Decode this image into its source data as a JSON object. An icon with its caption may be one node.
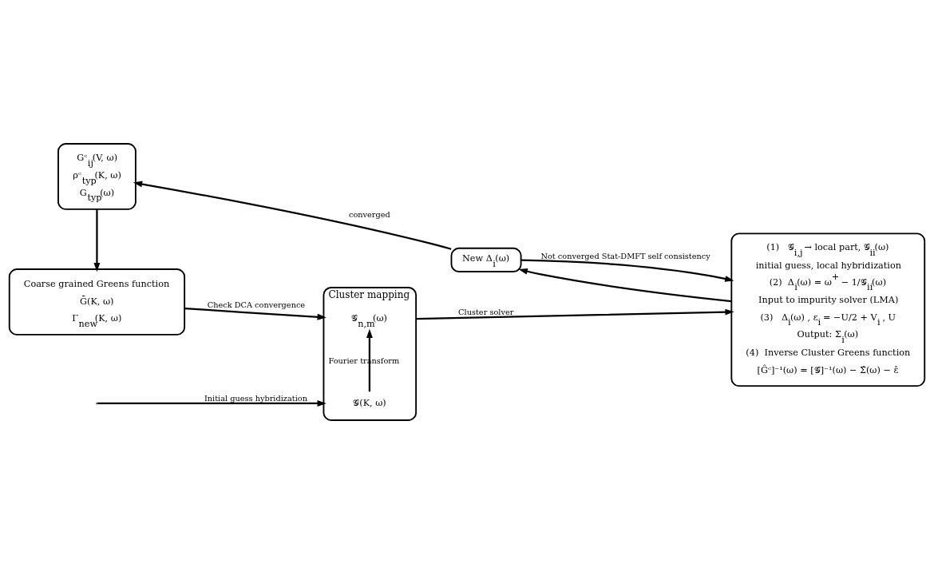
{
  "diagram": {
    "nodes": [
      {
        "text": [
          "Cluster mapping"
        ]
      },
      {
        "text": [
          "𝒢(K, ω)"
        ],
        "in": 0
      },
      {
        "text": [
          "𝒢$_{n,m}$(ω)"
        ],
        "in": 0
      },
      {
        "text": [
          "(1)   𝒢$_{i,j}$ → local part, 𝒢$_{ii}$(ω)",
          "initial guess, local hybridization",
          "(2)  Δ$_{i}$(ω) = ω$^{+}$ − 1/𝒢$_{ii}$(ω)",
          "Input to impurity solver (LMA)",
          "(3)   Δ$_{i}$(ω) , ε$_{i}$ = −U/2 + V$_{i}$ , U",
          "Output: Σ$_{i}$(ω)",
          "(4)  Inverse Cluster Greens function",
          "[Ĝᶜ]⁻¹(ω) = [𝒢̂]⁻¹(ω) − Σ̂(ω) − ε̂"
        ]
      },
      {
        "text": [
          "New Δ$_{i}$(ω)"
        ]
      },
      {
        "text": [
          "Gᶜ$_{ij}$(V, ω)",
          "ρᶜ$_{typ}$(K, ω)",
          "G$_{typ}$(ω)"
        ]
      },
      {
        "text": [
          "Coarse grained Greens function",
          "Ḡ(K, ω)",
          "Γ$_{new}$(K, ω)"
        ]
      }
    ],
    "edges": [
      {
        "from": null,
        "to": 0,
        "arrow": "to",
        "label": "Initial guess hybridization"
      },
      {
        "from": 1,
        "to": 2,
        "arrow": "to",
        "label": "Fourier transform"
      },
      {
        "from": 0,
        "to": 3,
        "arrow": "to",
        "label": "Cluster solver"
      },
      {
        "from": 3,
        "to": 4,
        "arrow": "to"
      },
      {
        "from": 4,
        "to": 3,
        "arrow": "to",
        "label": "Not converged Stat-DMFT self consistency"
      },
      {
        "from": 4,
        "to": 5,
        "arrow": "to",
        "label": "converged"
      },
      {
        "from": 5,
        "to": 6,
        "arrow": "to"
      },
      {
        "from": 6,
        "to": 0,
        "arrow": "to",
        "label": "Check DCA convergence"
      }
    ]
  }
}
